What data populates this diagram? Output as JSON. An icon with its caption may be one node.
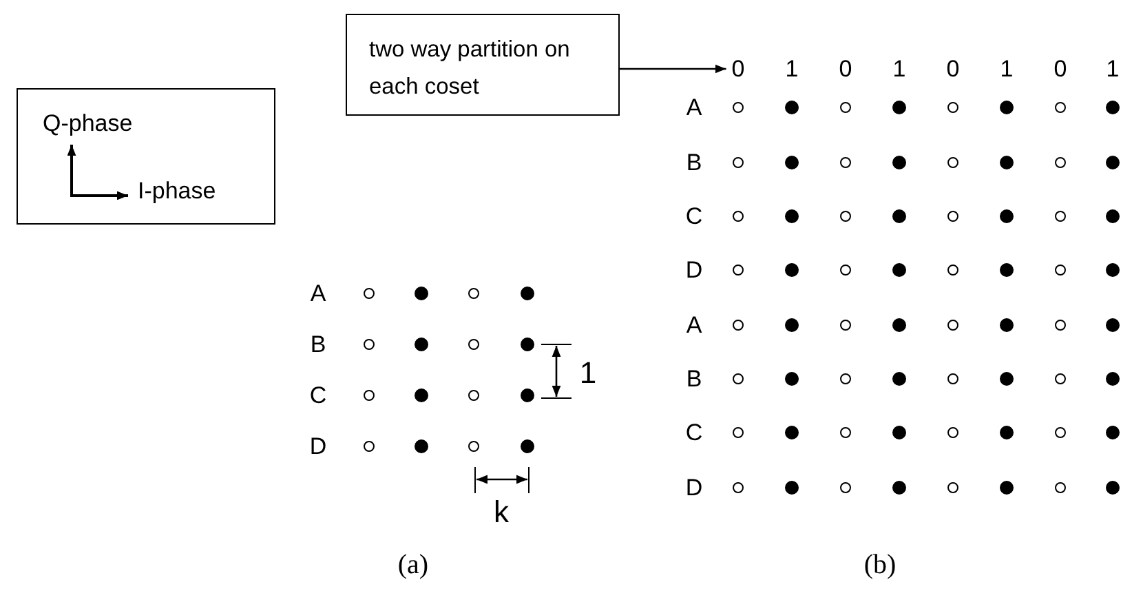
{
  "diagram": {
    "nodes": [
      {
        "text": [
          "Q-phase",
          "I-phase"
        ]
      },
      {
        "text": [
          "two way partition on each coset"
        ]
      },
      {
        "text": [
          "0"
        ]
      }
    ],
    "edges": [
      {
        "from": 1,
        "to": 2,
        "arrow": "to"
      }
    ],
    "labels": [
      "1",
      "0",
      "1",
      "0",
      "1",
      "0",
      "1",
      "A",
      "B",
      "C",
      "D",
      "A",
      "B",
      "C",
      "D",
      "A",
      "B",
      "C",
      "D",
      "1",
      "k",
      "(a)",
      "(b)"
    ]
  }
}
